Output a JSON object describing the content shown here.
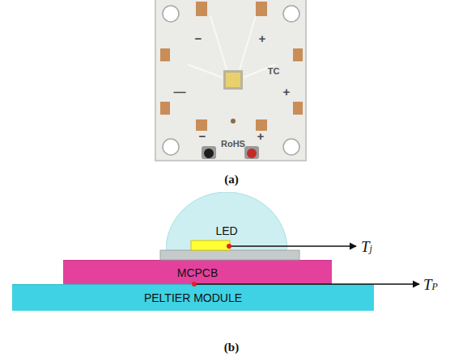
{
  "diagram": {
    "nodes": [
      {
        "text": [
          "LED"
        ]
      },
      {
        "text": [
          "MCPCB"
        ]
      },
      {
        "text": [
          "PELTIER MODULE"
        ]
      }
    ],
    "labels": [
      "−",
      "+",
      "TC",
      "—",
      "+",
      "−",
      "+",
      "RoHS",
      "(a)",
      "Tj",
      "TP",
      "(b)"
    ]
  }
}
